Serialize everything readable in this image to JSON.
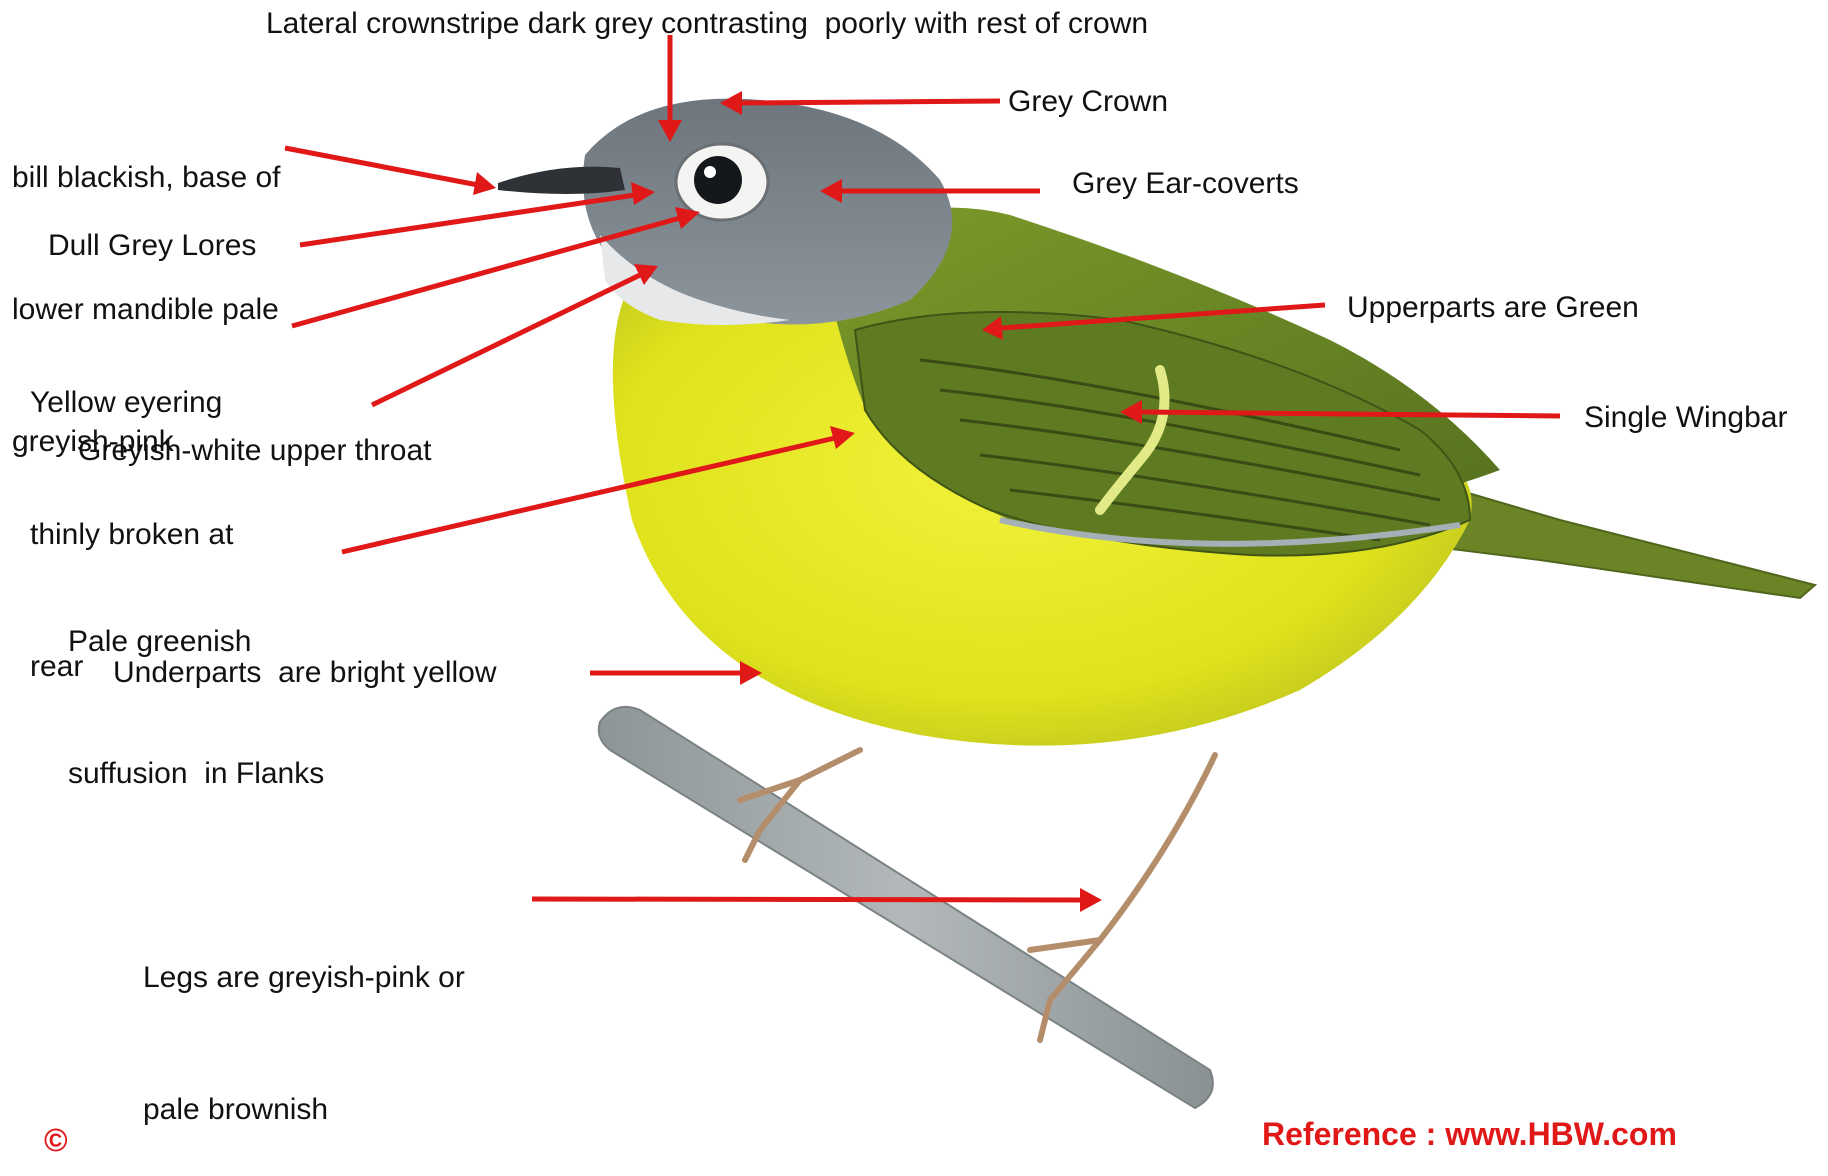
{
  "labels": {
    "lateral_crownstripe": "Lateral crownstripe dark grey contrasting  poorly with rest of crown",
    "bill": [
      "bill blackish, base of",
      "lower mandible pale",
      "greyish-pink"
    ],
    "grey_crown": "Grey Crown",
    "grey_ear_coverts": "Grey Ear-coverts",
    "lores": "Dull Grey Lores",
    "eyering": [
      "Yellow eyering",
      "thinly broken at",
      "rear"
    ],
    "upperparts": "Upperparts are Green",
    "wingbar": "Single Wingbar",
    "throat": "Greyish-white upper throat",
    "flanks": [
      "Pale greenish",
      "suffusion  in Flanks"
    ],
    "underparts": "Underparts  are bright yellow",
    "legs": [
      "Legs are greyish-pink or",
      "pale brownish"
    ]
  },
  "footer": {
    "left": "©",
    "right": "Reference : www.HBW.com"
  },
  "colors": {
    "arrow": "#e01818",
    "text": "#111111",
    "bird_yellow": "#e6e61e",
    "bird_green": "#6f8a25",
    "bird_grey": "#7d858c",
    "branch": "#9aa1a3"
  }
}
